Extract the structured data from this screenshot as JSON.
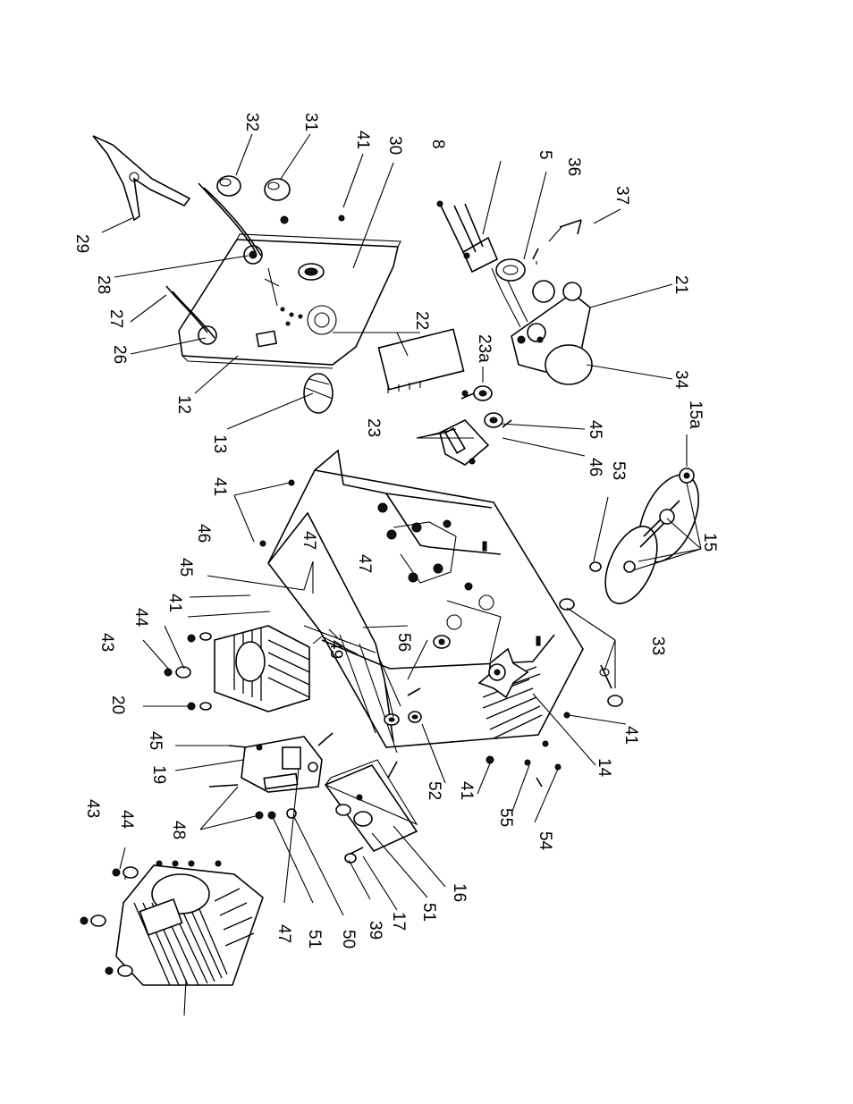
{
  "labels": [
    {
      "id": "l32a",
      "text": "32"
    },
    {
      "id": "l31",
      "text": "31"
    },
    {
      "id": "l41a",
      "text": "41"
    },
    {
      "id": "l30",
      "text": "30"
    },
    {
      "id": "l8",
      "text": "8"
    },
    {
      "id": "l5",
      "text": "5"
    },
    {
      "id": "l36",
      "text": "36"
    },
    {
      "id": "l37",
      "text": "37"
    },
    {
      "id": "l21",
      "text": "21"
    },
    {
      "id": "l34",
      "text": "34"
    },
    {
      "id": "l22",
      "text": "22"
    },
    {
      "id": "l23a",
      "text": "23a"
    },
    {
      "id": "l23",
      "text": "23"
    },
    {
      "id": "l45a",
      "text": "45"
    },
    {
      "id": "l46a",
      "text": "46"
    },
    {
      "id": "l15a",
      "text": "15a"
    },
    {
      "id": "l53",
      "text": "53"
    },
    {
      "id": "l15",
      "text": "15"
    },
    {
      "id": "l29",
      "text": "29"
    },
    {
      "id": "l28",
      "text": "28"
    },
    {
      "id": "l27",
      "text": "27"
    },
    {
      "id": "l26",
      "text": "26"
    },
    {
      "id": "l12",
      "text": "12"
    },
    {
      "id": "l13",
      "text": "13"
    },
    {
      "id": "l41b",
      "text": "41"
    },
    {
      "id": "l46b",
      "text": "46"
    },
    {
      "id": "l47a",
      "text": "47"
    },
    {
      "id": "l47b",
      "text": "47"
    },
    {
      "id": "l45b",
      "text": "45"
    },
    {
      "id": "l41c",
      "text": "41"
    },
    {
      "id": "l44a",
      "text": "44"
    },
    {
      "id": "l43a",
      "text": "43"
    },
    {
      "id": "l56",
      "text": "56"
    },
    {
      "id": "l49",
      "text": "49"
    },
    {
      "id": "l20",
      "text": "20"
    },
    {
      "id": "l33",
      "text": "33"
    },
    {
      "id": "l41d",
      "text": "41"
    },
    {
      "id": "l14",
      "text": "14"
    },
    {
      "id": "l45c",
      "text": "45"
    },
    {
      "id": "l19",
      "text": "19"
    },
    {
      "id": "l52",
      "text": "52"
    },
    {
      "id": "l41e",
      "text": "41"
    },
    {
      "id": "l55",
      "text": "55"
    },
    {
      "id": "l54",
      "text": "54"
    },
    {
      "id": "l43b",
      "text": "43"
    },
    {
      "id": "l44b",
      "text": "44"
    },
    {
      "id": "l48",
      "text": "48"
    },
    {
      "id": "l16",
      "text": "16"
    },
    {
      "id": "l51a",
      "text": "51"
    },
    {
      "id": "l17",
      "text": "17"
    },
    {
      "id": "l39",
      "text": "39"
    },
    {
      "id": "l50",
      "text": "50"
    },
    {
      "id": "l51b",
      "text": "51"
    },
    {
      "id": "l47c",
      "text": "47"
    }
  ]
}
